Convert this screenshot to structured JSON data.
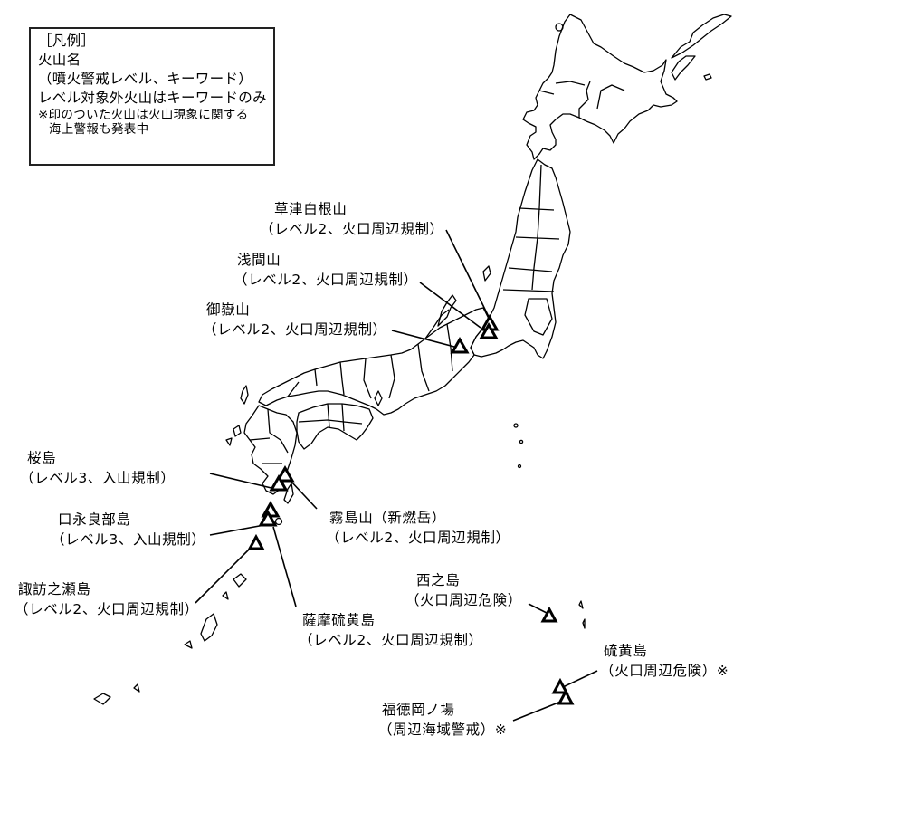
{
  "legend": {
    "title": "［凡例］",
    "line1": "火山名",
    "line2": "（噴火警戒レベル、キーワード）",
    "line3": "レベル対象外火山はキーワードのみ",
    "note1": "※印のついた火山は火山現象に関する",
    "note2": "海上警報も発表中"
  },
  "volcanoes": [
    {
      "name": "草津白根山",
      "detail": "（レベル2、火口周辺規制）"
    },
    {
      "name": "浅間山",
      "detail": "（レベル2、火口周辺規制）"
    },
    {
      "name": "御嶽山",
      "detail": "（レベル2、火口周辺規制）"
    },
    {
      "name": "桜島",
      "detail": "（レベル3、入山規制）"
    },
    {
      "name": "霧島山（新燃岳）",
      "detail": "（レベル2、火口周辺規制）"
    },
    {
      "name": "口永良部島",
      "detail": "（レベル3、入山規制）"
    },
    {
      "name": "諏訪之瀬島",
      "detail": "（レベル2、火口周辺規制）"
    },
    {
      "name": "薩摩硫黄島",
      "detail": "（レベル2、火口周辺規制）"
    },
    {
      "name": "西之島",
      "detail": "（火口周辺危険）"
    },
    {
      "name": "硫黄島",
      "detail": "（火口周辺危険）※"
    },
    {
      "name": "福徳岡ノ場",
      "detail": "（周辺海域警戒）※"
    }
  ],
  "colors": {
    "outline": "#000000",
    "background": "#ffffff"
  }
}
